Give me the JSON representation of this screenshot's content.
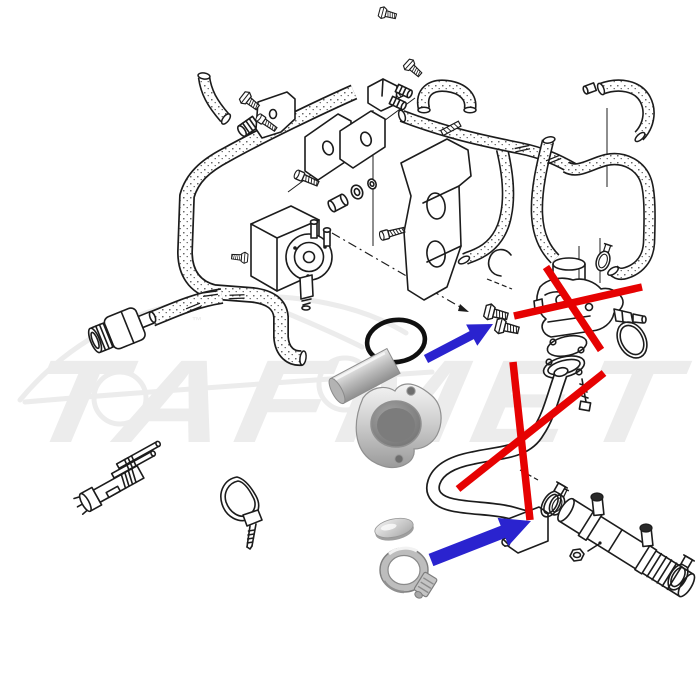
{
  "watermark": {
    "text": "TAFMET",
    "tm": "™"
  },
  "colors": {
    "cross-red": "#e60202",
    "arrow-blue": "#2a23cf",
    "ink": "#1c1c1c",
    "wm": "#ececec"
  },
  "overlay": {
    "delete_marker_icon": "red-cross-icon",
    "replace_marker_icon": "blue-arrow-icon",
    "delete_marker_count": 2,
    "replace_marker_count": 2
  }
}
